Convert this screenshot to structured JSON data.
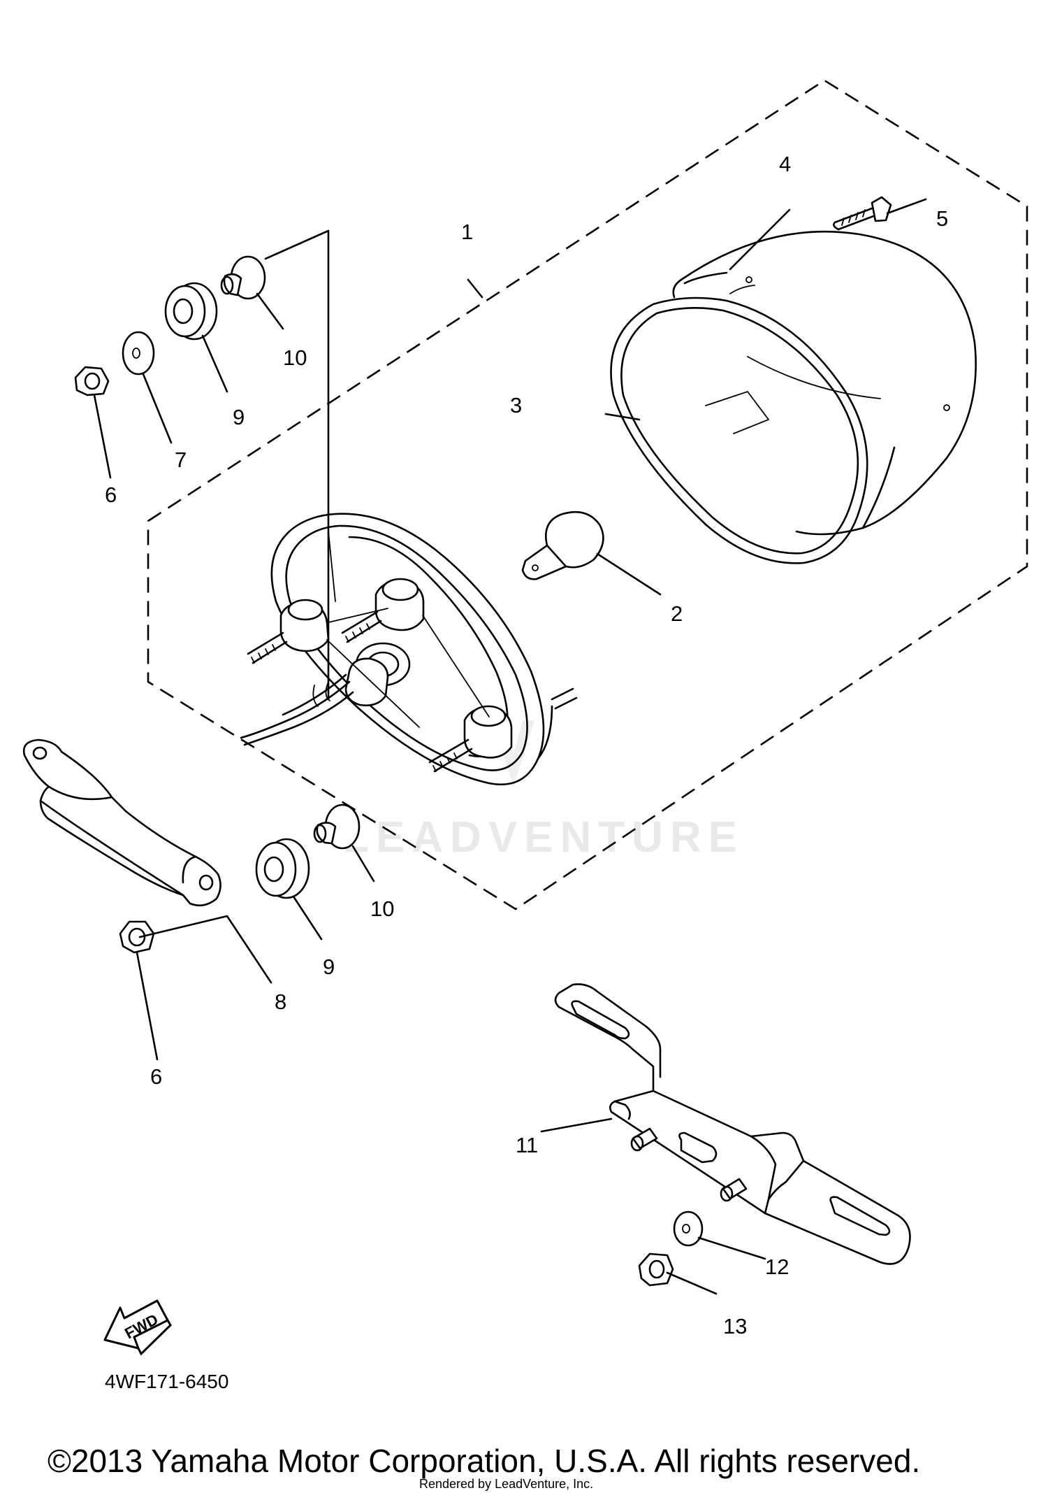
{
  "diagram": {
    "part_code": "4WF171-6450",
    "fwd_label": "FWD",
    "watermark": "LEADVENTURE",
    "copyright": "©2013 Yamaha Motor Corporation, U.S.A. All rights reserved.",
    "rendered_by": "Rendered by LeadVenture, Inc.",
    "callouts": {
      "c1": "1",
      "c2": "2",
      "c3": "3",
      "c4": "4",
      "c5": "5",
      "c6a": "6",
      "c6b": "6",
      "c7": "7",
      "c8": "8",
      "c9a": "9",
      "c9b": "9",
      "c10a": "10",
      "c10b": "10",
      "c11": "11",
      "c12": "12",
      "c13": "13"
    }
  }
}
